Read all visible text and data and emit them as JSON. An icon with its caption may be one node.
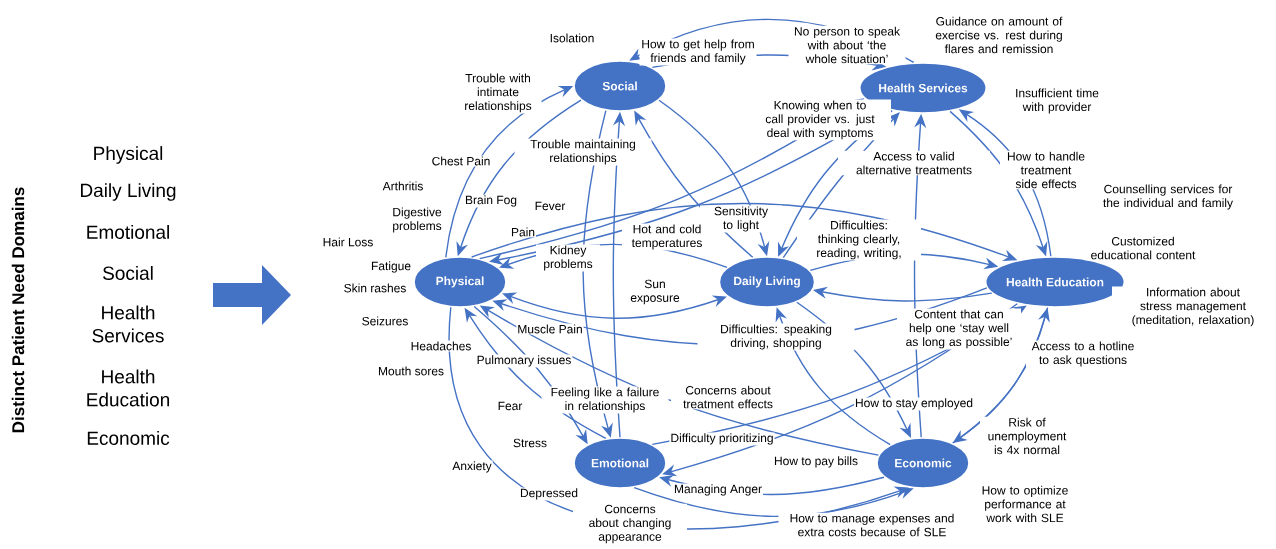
{
  "diagram": {
    "nodes": [
      {
        "text": [
          "Social"
        ]
      },
      {
        "text": [
          "Health Services"
        ]
      },
      {
        "text": [
          "Physical"
        ]
      },
      {
        "text": [
          "Daily Living"
        ]
      },
      {
        "text": [
          "Health Education"
        ]
      },
      {
        "text": [
          "Emotional"
        ]
      },
      {
        "text": [
          "Economic"
        ]
      }
    ],
    "edges": [
      {
        "from": 1,
        "to": 0,
        "arrow": "to"
      },
      {
        "from": 0,
        "to": 1,
        "arrow": "to"
      },
      {
        "from": 2,
        "to": 0,
        "arrow": "to"
      },
      {
        "from": 0,
        "to": 2,
        "arrow": "to"
      },
      {
        "from": 0,
        "to": 3,
        "arrow": "to"
      },
      {
        "from": 3,
        "to": 0,
        "arrow": "to"
      },
      {
        "from": 5,
        "to": 0,
        "arrow": "to"
      },
      {
        "from": 0,
        "to": 5,
        "arrow": "to"
      },
      {
        "from": 2,
        "to": 1,
        "arrow": "to"
      },
      {
        "from": 1,
        "to": 2,
        "arrow": "to"
      },
      {
        "from": 2,
        "to": 4,
        "arrow": "to"
      },
      {
        "from": 3,
        "to": 2,
        "arrow": "to"
      },
      {
        "from": 2,
        "to": 3,
        "arrow": "both"
      },
      {
        "from": 1,
        "to": 3,
        "arrow": "to"
      },
      {
        "from": 3,
        "to": 1,
        "arrow": "to"
      },
      {
        "from": 6,
        "to": 1,
        "arrow": "to"
      },
      {
        "from": 1,
        "to": 4,
        "arrow": "to"
      },
      {
        "from": 4,
        "to": 1,
        "arrow": "to"
      },
      {
        "from": 3,
        "to": 4,
        "arrow": "to"
      },
      {
        "from": 4,
        "to": 3,
        "arrow": "to"
      },
      {
        "from": 3,
        "to": 6,
        "arrow": "to"
      },
      {
        "from": 6,
        "to": 3,
        "arrow": "to"
      },
      {
        "from": 4,
        "to": 6,
        "arrow": "to"
      },
      {
        "from": 6,
        "to": 4,
        "arrow": "to"
      },
      {
        "from": 4,
        "to": 2,
        "arrow": "to"
      },
      {
        "from": 5,
        "to": 4,
        "arrow": "to"
      },
      {
        "from": 4,
        "to": 5,
        "arrow": "to"
      },
      {
        "from": 2,
        "to": 5,
        "arrow": "to"
      },
      {
        "from": 5,
        "to": 2,
        "arrow": "to"
      },
      {
        "from": 2,
        "to": 6,
        "arrow": "to"
      },
      {
        "from": 6,
        "to": 2,
        "arrow": "to"
      },
      {
        "from": 6,
        "to": 5,
        "arrow": "to"
      },
      {
        "from": 5,
        "to": 6,
        "arrow": "to"
      }
    ],
    "labels": [
      "Distinct Patient Need Domains",
      "Physical",
      "Daily Living",
      "Emotional",
      "Social",
      "Health Services",
      "Health Education",
      "Economic",
      "Isolation",
      "How to get help from friends and family",
      "No person to speak with about ‘the whole situation’",
      "Guidance on amount of exercise vs. rest during flares and remission",
      "Trouble with intimate relationships",
      "Insufficient time with provider",
      "Knowing when to call provider vs. just deal with symptoms",
      "Trouble maintaining relationships",
      "Chest Pain",
      "Access to valid alternative treatments",
      "How to handle treatment side effects",
      "Arthritis",
      "Counselling services for the individual and family",
      "Brain Fog",
      "Fever",
      "Digestive problems",
      "Sensitivity to light",
      "Pain",
      "Hot and cold temperatures",
      "Hair Loss",
      "Difficulties: thinking clearly, reading, writing,",
      "Customized educational content",
      "Kidney problems",
      "Fatigue",
      "Sun exposure",
      "Skin rashes",
      "Information about stress management (meditation, relaxation)",
      "Seizures",
      "Muscle Pain",
      "Content that can help one ‘stay well as long as possible’",
      "Difficulties: speaking driving, shopping",
      "Headaches",
      "Pulmonary issues",
      "Access to a hotline to ask questions",
      "Mouth sores",
      "Feeling like a failure in relationships",
      "Concerns about treatment effects",
      "Fear",
      "How to stay employed",
      "Risk of unemployment is  4x normal",
      "Difficulty prioritizing",
      "Stress",
      "How to pay bills",
      "Anxiety",
      "Managing Anger",
      "Depressed",
      "How to optimize performance at work with SLE",
      "Concerns about changing appearance",
      "How to manage expenses and extra costs because of SLE"
    ]
  }
}
